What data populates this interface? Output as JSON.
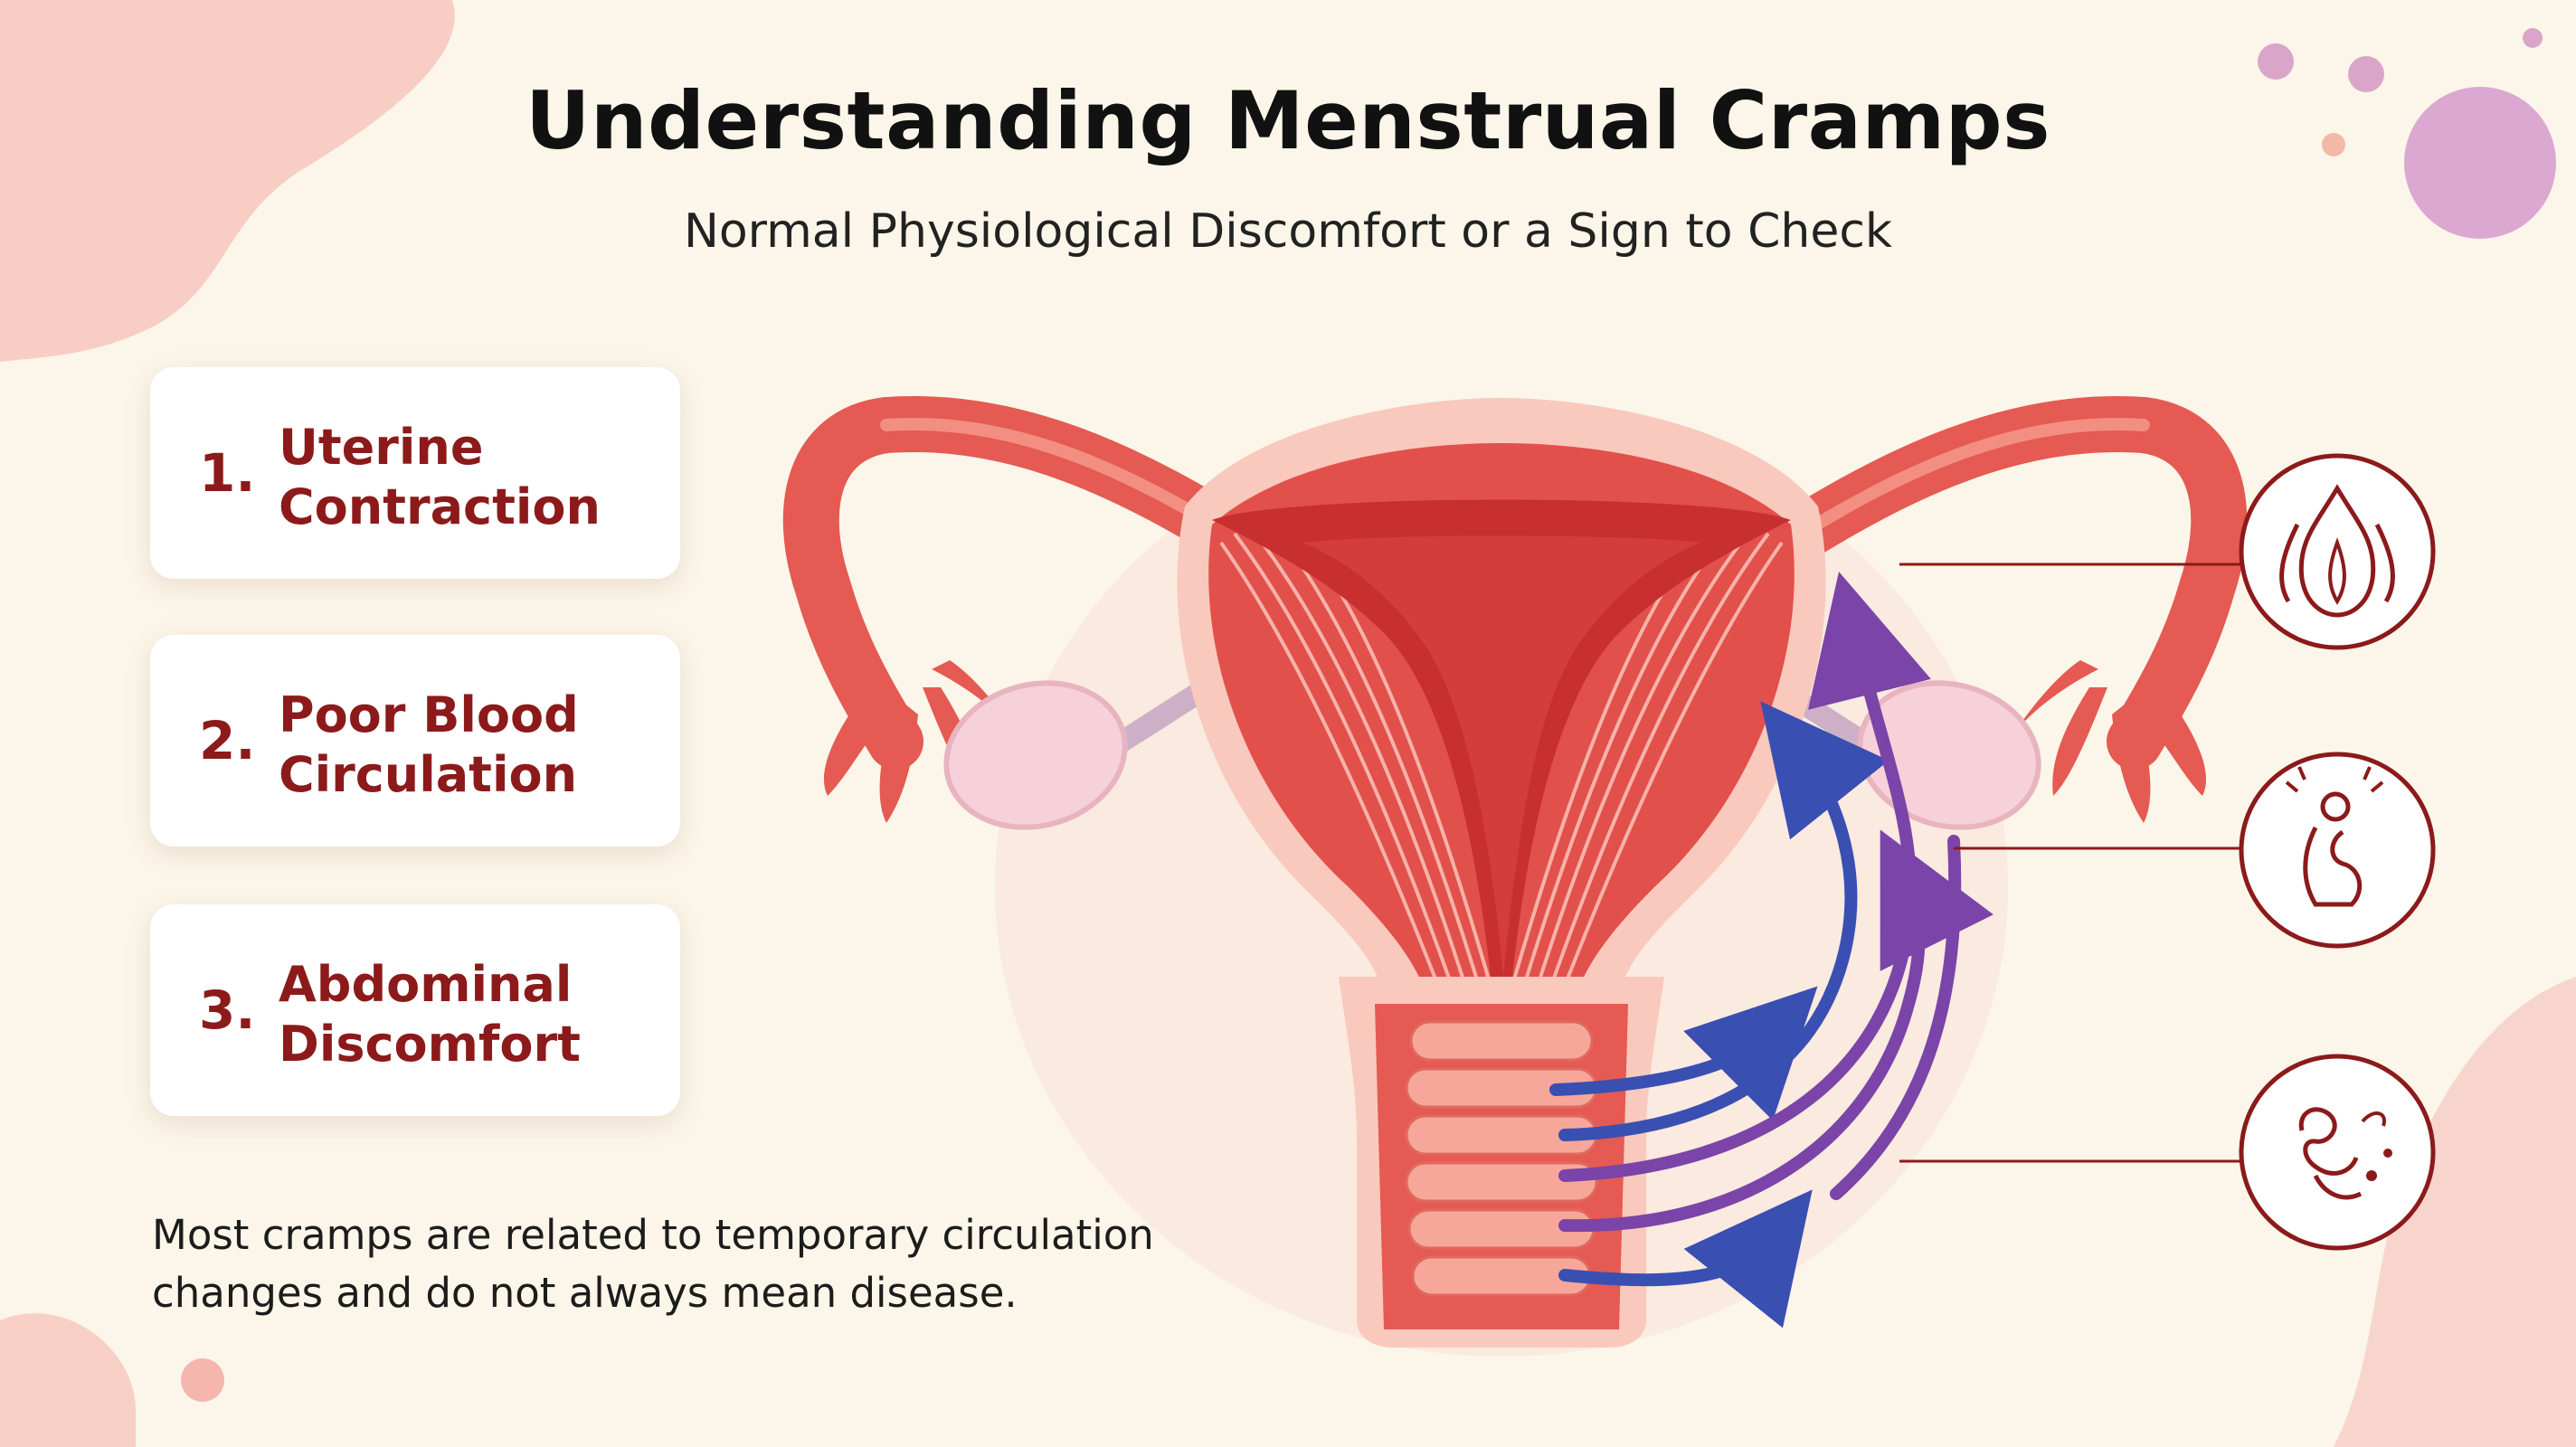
{
  "header": {
    "title": "Understanding Menstrual Cramps",
    "subtitle": "Normal Physiological Discomfort or a Sign to Check"
  },
  "causes": [
    {
      "number": "1.",
      "line1": "Uterine",
      "line2": "Contraction"
    },
    {
      "number": "2.",
      "line1": "Poor Blood",
      "line2": "Circulation"
    },
    {
      "number": "3.",
      "line1": "Abdominal",
      "line2": "Discomfort"
    }
  ],
  "note": {
    "line1": "Most cramps are related to temporary circulation",
    "line2": "changes and do not always mean disease."
  },
  "icons": [
    "flame-pain-icon",
    "back-pain-figure-icon",
    "abdominal-discomfort-icon"
  ],
  "colors": {
    "accent_red": "#8c1a1a",
    "uterus_red": "#e2504c",
    "arrow_blue": "#3a4fb2",
    "arrow_purple": "#7b44a8",
    "background": "#fbf6e9"
  }
}
